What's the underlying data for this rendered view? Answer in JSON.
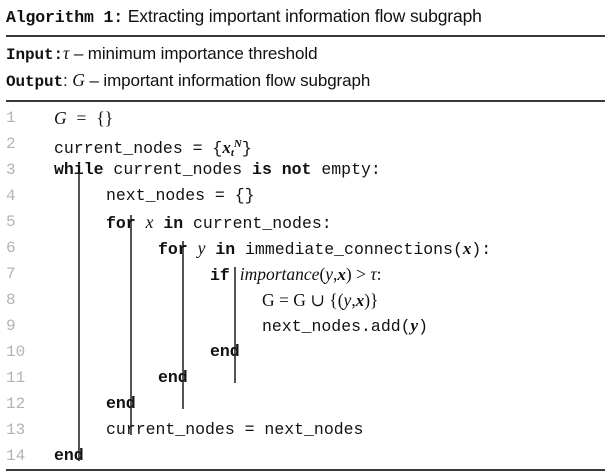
{
  "title": {
    "keyword": "Algorithm 1",
    "separator": ":",
    "text": "Extracting important information flow subgraph"
  },
  "io": {
    "input": {
      "label": "Input:",
      "symbol": "τ",
      "dash": "–",
      "description": "minimum importance threshold"
    },
    "output": {
      "label": "Output",
      "colon": ":",
      "symbol": "G",
      "dash": "–",
      "description": "important information flow subgraph"
    }
  },
  "code": {
    "lines": [
      {
        "no": "1",
        "indent": 0,
        "code": "G = {}"
      },
      {
        "no": "2",
        "indent": 1,
        "code": "current_nodes = {x_t^N}"
      },
      {
        "no": "3",
        "indent": 1,
        "code": "while current_nodes is not empty:"
      },
      {
        "no": "4",
        "indent": 2,
        "code": "next_nodes = {}"
      },
      {
        "no": "5",
        "indent": 2,
        "code": "for x in current_nodes:"
      },
      {
        "no": "6",
        "indent": 3,
        "code": "for y in immediate_connections(x):"
      },
      {
        "no": "7",
        "indent": 4,
        "code": "if importance(y,x) > τ:"
      },
      {
        "no": "8",
        "indent": 5,
        "code": "G = G ∪ {(y,x)}"
      },
      {
        "no": "9",
        "indent": 5,
        "code": "next_nodes.add(y)"
      },
      {
        "no": "10",
        "indent": 4,
        "code": "end"
      },
      {
        "no": "11",
        "indent": 3,
        "code": "end"
      },
      {
        "no": "12",
        "indent": 2,
        "code": "end"
      },
      {
        "no": "13",
        "indent": 2,
        "code": "current_nodes = next_nodes"
      },
      {
        "no": "14",
        "indent": 1,
        "code": "end"
      }
    ]
  },
  "colors": {
    "rule": "#3a3a3a",
    "lineno": "#b3b3b3",
    "guide": "#555555",
    "text": "#111111"
  }
}
